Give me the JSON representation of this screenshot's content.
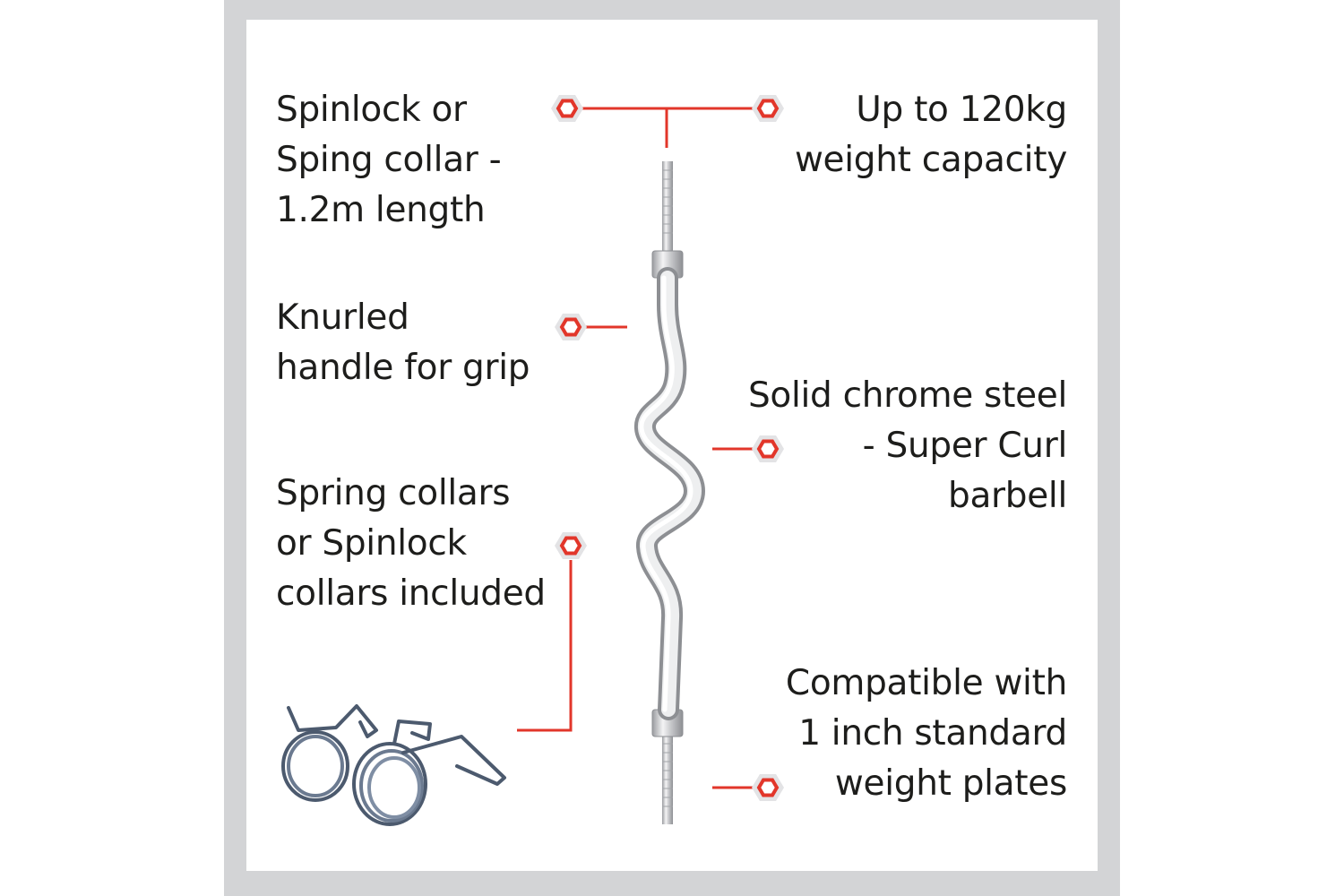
{
  "features": {
    "top_left": [
      "Spinlock or",
      "Sping collar -",
      "1.2m length"
    ],
    "top_right": [
      "Up to 120kg",
      "weight capacity"
    ],
    "mid_left": [
      "Knurled",
      "handle for grip"
    ],
    "mid_right": [
      "Solid chrome steel",
      "- Super Curl",
      "barbell"
    ],
    "bottom_left": [
      "Spring collars",
      "or Spinlock",
      "collars included"
    ],
    "bottom_right": [
      "Compatible with",
      "1 inch standard",
      "weight plates"
    ]
  },
  "colors": {
    "accent": "#e2362a",
    "frame": "#d3d4d6",
    "text": "#1d1d1b"
  },
  "icons": [
    "hex-nut-icon",
    "barbell-image",
    "spring-collars-image"
  ]
}
